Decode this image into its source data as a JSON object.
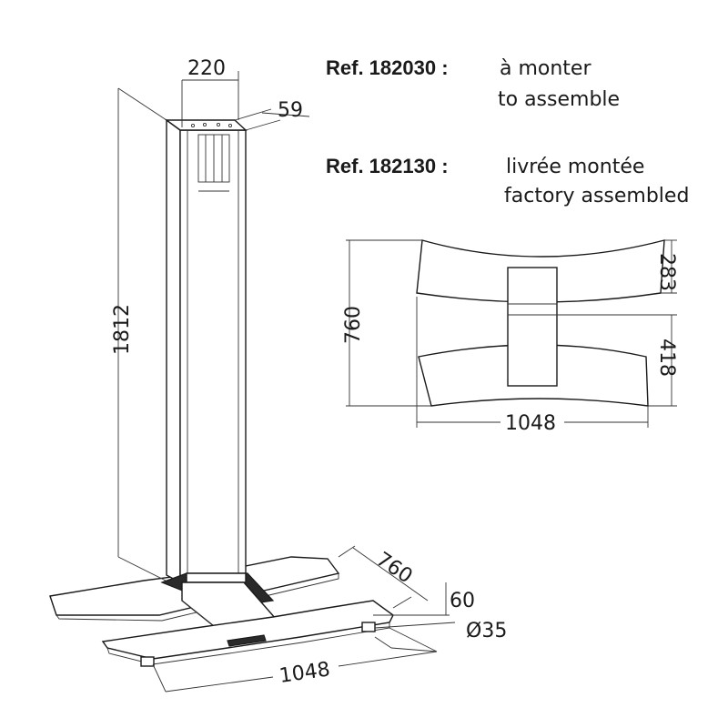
{
  "colors": {
    "line": "#1a1a1a",
    "background": "#ffffff",
    "dark_part": "#2a2a2a"
  },
  "references": [
    {
      "ref": "Ref. 182030 :",
      "fr": "à monter",
      "en": "to assemble"
    },
    {
      "ref": "Ref. 182130 :",
      "fr": "livrée montée",
      "en": "factory assembled"
    }
  ],
  "dimensions": {
    "column_width": "220",
    "column_depth": "59",
    "height": "1812",
    "base_depth": "760",
    "base_width": "1048",
    "foot_height": "60",
    "foot_diameter": "Ø35"
  },
  "top_view": {
    "depth": "760",
    "front_bar_depth": "283",
    "rear_bar_depth": "418",
    "width": "1048"
  }
}
